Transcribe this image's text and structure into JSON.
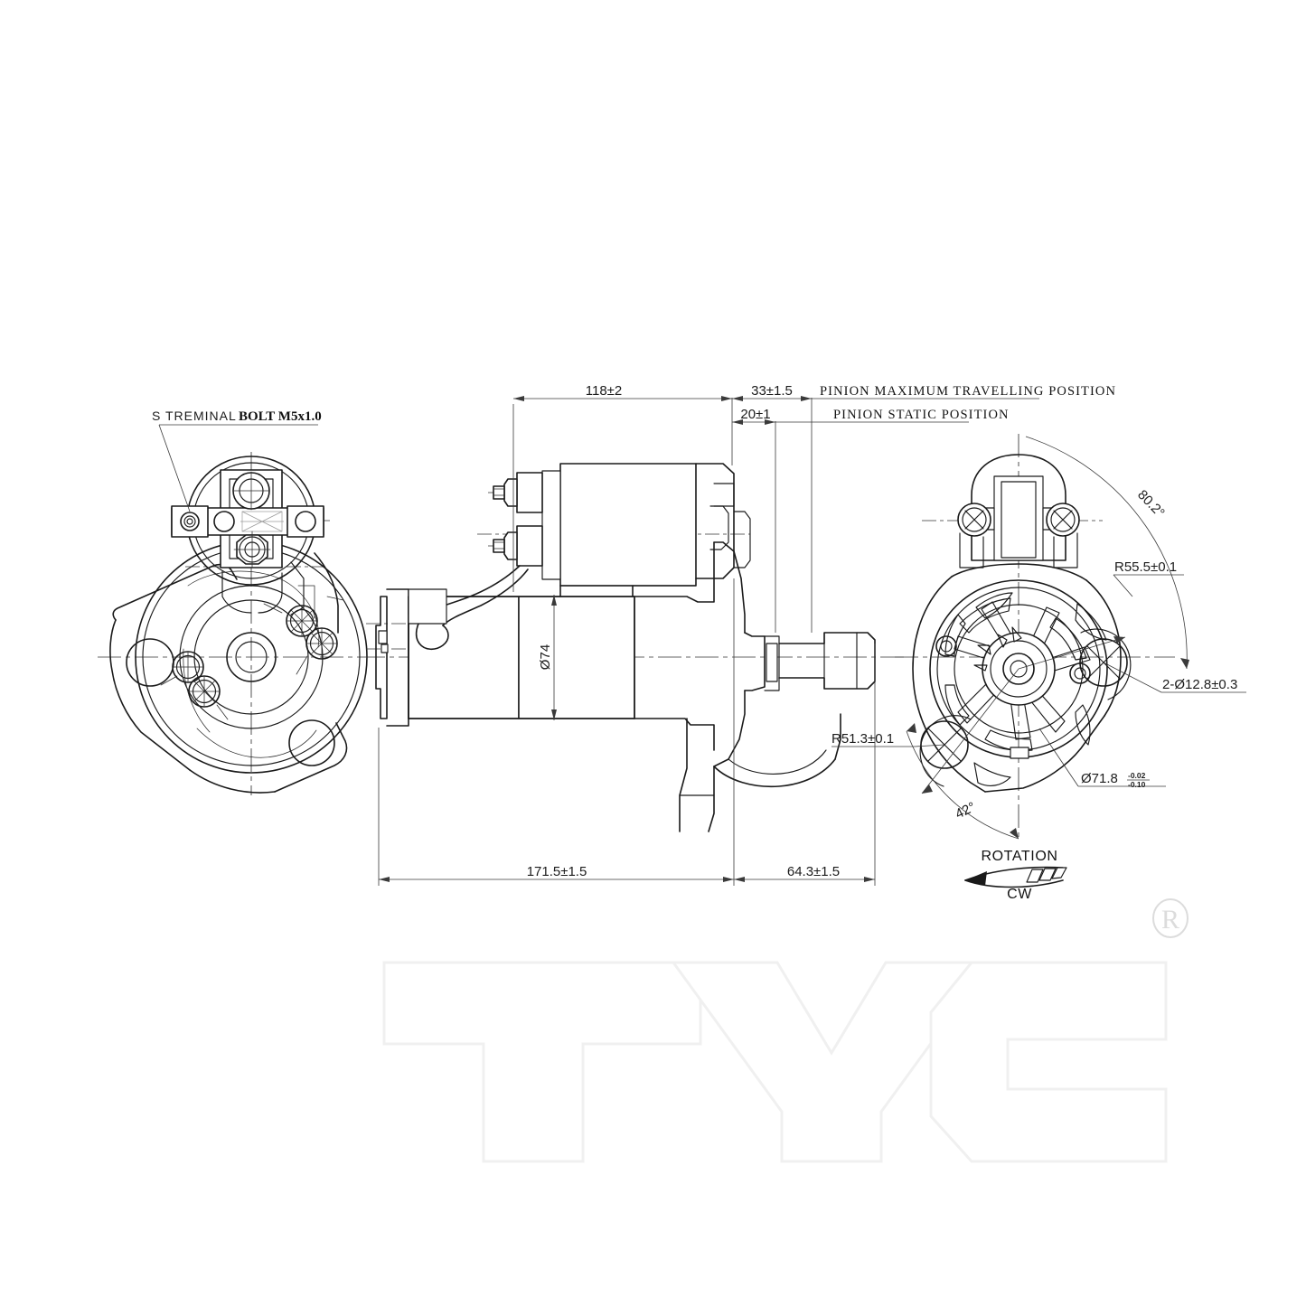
{
  "document": {
    "type": "engineering-drawing",
    "subject": "Automotive starter motor — three orthographic views",
    "brand": "TYC",
    "registered_mark": "R"
  },
  "dimensions": {
    "top_118": "118±2",
    "top_33": "33±1.5",
    "top_20": "20±1",
    "dia_74": "Ø74",
    "bottom_171_5": "171.5±1.5",
    "bottom_64_3": "64.3±1.5",
    "angle_80_2": "80.2°",
    "angle_42": "42°",
    "r55_5": "R55.5±0.1",
    "r51_3": "R51.3±0.1",
    "holes_2x": "2-Ø12.8±0.3",
    "pilot_dia": "Ø71.8",
    "pilot_tol_upper": "-0.02",
    "pilot_tol_lower": "-0.10"
  },
  "notes": {
    "pinion_max": "PINION MAXIMUM TRAVELLING POSITION",
    "pinion_static": "PINION STATIC POSITION",
    "s_terminal": "S TREMINAL",
    "bolt": "BOLT M5x1.0",
    "rotation_label": "ROTATION",
    "rotation_direction": "CW"
  },
  "colors": {
    "background": "#ffffff",
    "line": "#1a1a1a",
    "dim_line": "#3a3a3a",
    "center_line": "#333333",
    "watermark": "#f0f0f0"
  }
}
